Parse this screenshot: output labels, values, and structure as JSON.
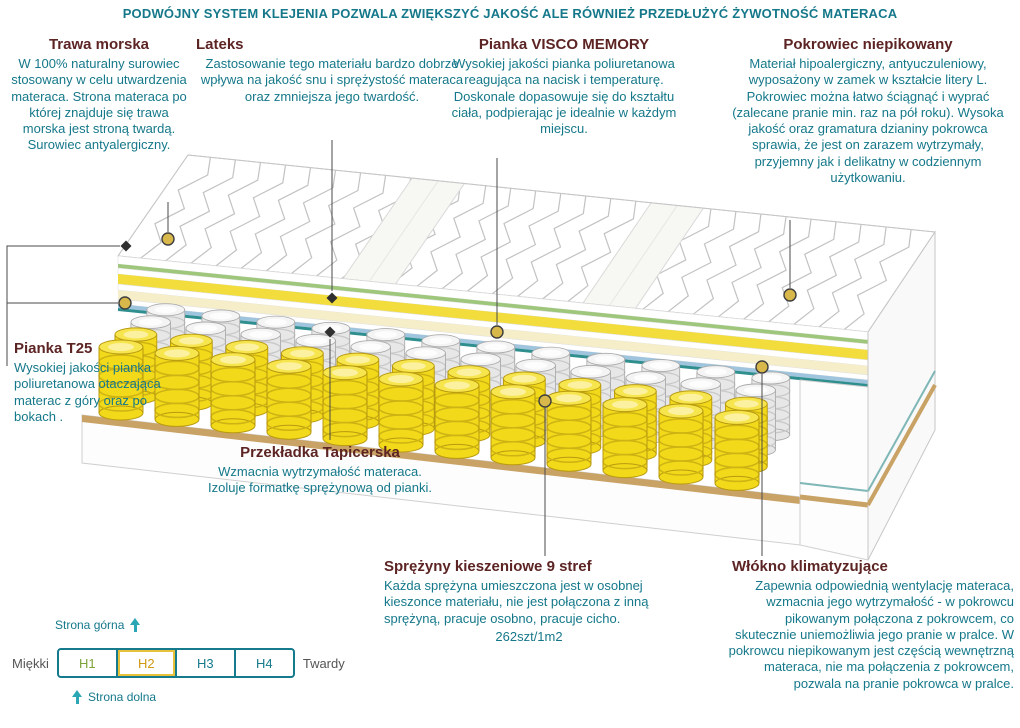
{
  "banner": {
    "text": "PODWÓJNY SYSTEM KLEJENIA POZWALA ZWIĘKSZYĆ JAKOŚĆ ALE RÓWNIEŻ PRZEDŁUŻYĆ ŻYWOTNOŚĆ MATERACA"
  },
  "sections": {
    "trawa": {
      "title": "Trawa morska",
      "body": "W 100% naturalny surowiec stosowany w celu utwardzenia materaca. Strona materaca po której znajduje się trawa morska jest stroną twardą. Surowiec antyalergiczny."
    },
    "lateks": {
      "title": "Lateks",
      "body": "Zastosowanie tego materiału bardzo dobrze wpływa na jakość snu i sprężystość materaca oraz zmniejsza jego twardość."
    },
    "visco": {
      "title": "Pianka VISCO MEMORY",
      "body": "Wysokiej jakości pianka poliuretanowa reagująca na nacisk i temperaturę. Doskonale dopasowuje się do kształtu ciała, podpierając je idealnie w każdym miejscu."
    },
    "pokrowiec": {
      "title": "Pokrowiec niepikowany",
      "body": "Materiał hipoalergiczny, antyuczuleniowy, wyposażony w zamek w kształcie litery L. Pokrowiec można łatwo ściągnąć i wyprać (zalecane pranie min. raz na pół roku). Wysoka jakość oraz gramatura dzianiny pokrowca sprawia, że jest on zarazem wytrzymały, przyjemny jak i delikatny w codziennym użytkowaniu."
    },
    "t25": {
      "title": "Pianka T25",
      "body": "Wysokiej jakości pianka poliuretanowa otaczająca materac z góry oraz po bokach ."
    },
    "przekladka": {
      "title": "Przekładka Tapicerska",
      "body": "Wzmacnia wytrzymałość materaca. Izoluje formatkę sprężynową od pianki."
    },
    "sprezyny": {
      "title": "Sprężyny kieszeniowe 9 stref",
      "body": "Każda sprężyna umieszczona jest w osobnej kieszonce materiału, nie jest połączona z inną sprężyną, pracuje osobno, pracuje cicho.",
      "count": "262szt/1m2"
    },
    "wlokno": {
      "title": "Włókno klimatyzujące",
      "body": "Zapewnia odpowiednią wentylację materaca, wzmacnia jego wytrzymałość - w pokrowcu pikowanym połączona z pokrowcem, co skutecznie uniemożliwia jego pranie w pralce. W pokrowcu niepikowanym jest częścią wewnętrzną materaca, nie ma połączenia z pokrowcem, pozwala na pranie pokrowca w pralce."
    }
  },
  "scale": {
    "top_label": "Strona górna",
    "bottom_label": "Strona dolna",
    "soft_label": "Miękki",
    "hard_label": "Twardy",
    "levels": [
      "H1",
      "H2",
      "H3",
      "H4"
    ]
  },
  "colors": {
    "accent_teal": "#15788a",
    "heading_maroon": "#5d2424",
    "spring_yellow": "#f2d91a",
    "marker_gold": "#d8b84a",
    "base_tan": "#c9a265"
  }
}
